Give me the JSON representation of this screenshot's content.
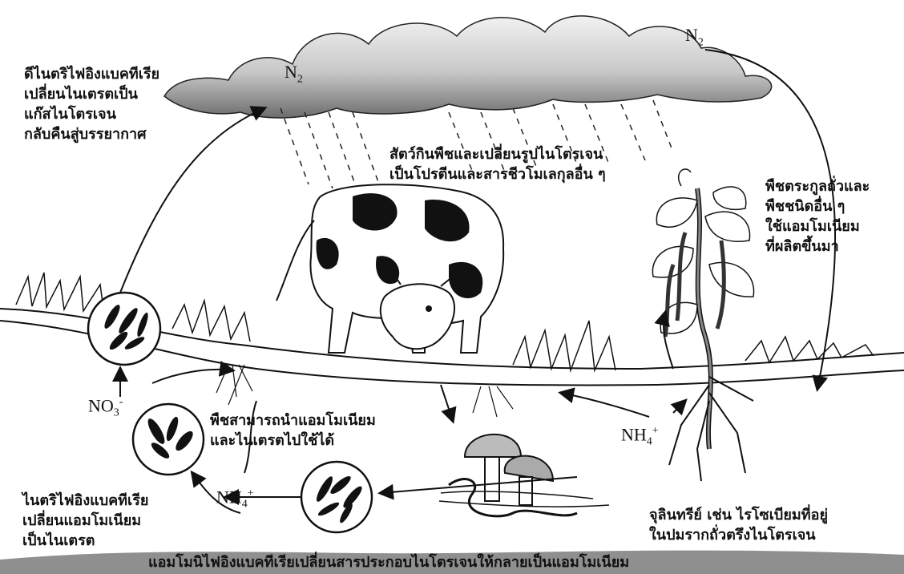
{
  "labels": {
    "denitrify": "ดีไนตริไฟอิงแบคทีเรีย\nเปลี่ยนไนเตรตเป็น\nแก๊สไนโตรเจน\nกลับคืนสู่บรรยากาศ",
    "animal": "สัตว์กินพืชและเปลี่ยนรูปไนโตรเจน\nเป็นโปรตีนและสารชีวโมเลกุลอื่น ๆ",
    "legume": "พืชตระกูลถั่วและ\nพืชชนิดอื่น ๆ\nใช้แอมโมเนียม\nที่ผลิตขึ้นมา",
    "plants_use": "พืชสามารถนำแอมโมเนียม\nและไนเตรตไปใช้ได้",
    "nitrify": "ไนตริไฟอิงแบคทีเรีย\nเปลี่ยนแอมโมเนียม\nเป็นไนเตรต",
    "fixing": "จุลินทรีย์ เช่น ไรโซเบียมที่อยู่\nในปมรากถั่วตรึงไนโตรเจน",
    "ammonify": "แอมโมนิไฟอิงแบคทีเรียเปลี่ยนสารประกอบไนโตรเจนให้กลายเป็นแอมโมเนียม"
  },
  "chem": {
    "n2_base": "N",
    "n2_sub": "2",
    "no3_base": "NO",
    "no3_sub": "3",
    "no3_sup": "-",
    "nh4_base": "NH",
    "nh4_sub": "4",
    "nh4_sup": "+"
  }
}
